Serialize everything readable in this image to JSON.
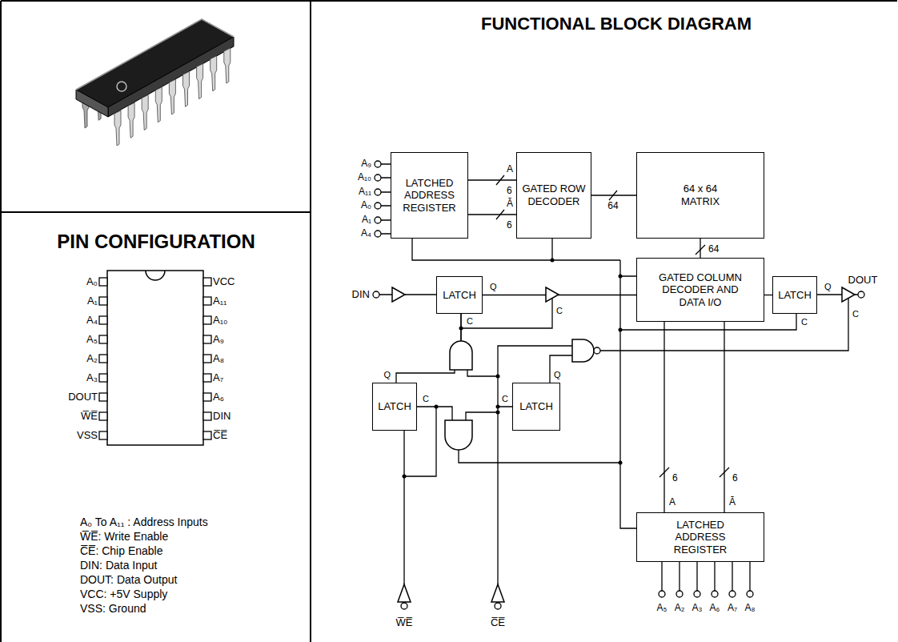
{
  "diagram": {
    "nodes": [
      {
        "text": [
          "LATCHED ADDRESS REGISTER"
        ]
      },
      {
        "text": [
          "GATED ROW DECODER"
        ]
      },
      {
        "text": [
          "64 x 64 MATRIX"
        ]
      },
      {
        "text": [
          "LATCH"
        ]
      },
      {
        "text": [
          "GATED COLUMN DECODER AND DATA I/O"
        ]
      },
      {
        "text": [
          "LATCH"
        ]
      },
      {
        "text": [
          "LATCH"
        ]
      },
      {
        "text": [
          "LATCH"
        ]
      },
      {
        "text": [
          "LATCHED ADDRESS REGISTER"
        ]
      }
    ],
    "edges": [
      {
        "from": 0,
        "to": 1,
        "arrow": "none",
        "label": "A"
      },
      {
        "from": 0,
        "to": 1,
        "arrow": "none",
        "label": "Ā"
      },
      {
        "from": 1,
        "to": 2,
        "arrow": "none",
        "label": "64"
      },
      {
        "from": 2,
        "to": 4,
        "arrow": "none",
        "label": "64"
      },
      {
        "from": 3,
        "to": 4,
        "arrow": "none"
      },
      {
        "from": 4,
        "to": 5,
        "arrow": "none"
      },
      {
        "from": 8,
        "to": 4,
        "arrow": "none",
        "label": "A"
      },
      {
        "from": 8,
        "to": 4,
        "arrow": "none",
        "label": "Ā"
      },
      {
        "from": 6,
        "to": 3,
        "arrow": "none"
      }
    ],
    "labels": [
      "FUNCTIONAL BLOCK DIAGRAM",
      "PIN CONFIGURATION",
      "A₀",
      "A₁",
      "A₄",
      "A₅",
      "A₂",
      "A₃",
      "DOUT",
      "W̅E̅",
      "VSS",
      "VCC",
      "A₁₁",
      "A₁₀",
      "A₉",
      "A₈",
      "A₇",
      "A₆",
      "DIN",
      "C̅E̅",
      "A₀ To A₁₁ : Address Inputs",
      "W̅E̅: Write Enable",
      "C̅E̅: Chip Enable",
      "DIN: Data Input",
      "DOUT: Data Output",
      "VCC: +5V Supply",
      "VSS: Ground",
      "A₉",
      "A₁₀",
      "A₁₁",
      "A₀",
      "A₁",
      "A₄",
      "DIN",
      "DOUT",
      "6",
      "6",
      "6",
      "6",
      "Q",
      "C",
      "C",
      "Q",
      "C",
      "C",
      "Q",
      "C",
      "C",
      "Q",
      "A₅",
      "A₂",
      "A₃",
      "A₆",
      "A₇",
      "A₈",
      "W̅E̅",
      "C̅E̅"
    ]
  }
}
